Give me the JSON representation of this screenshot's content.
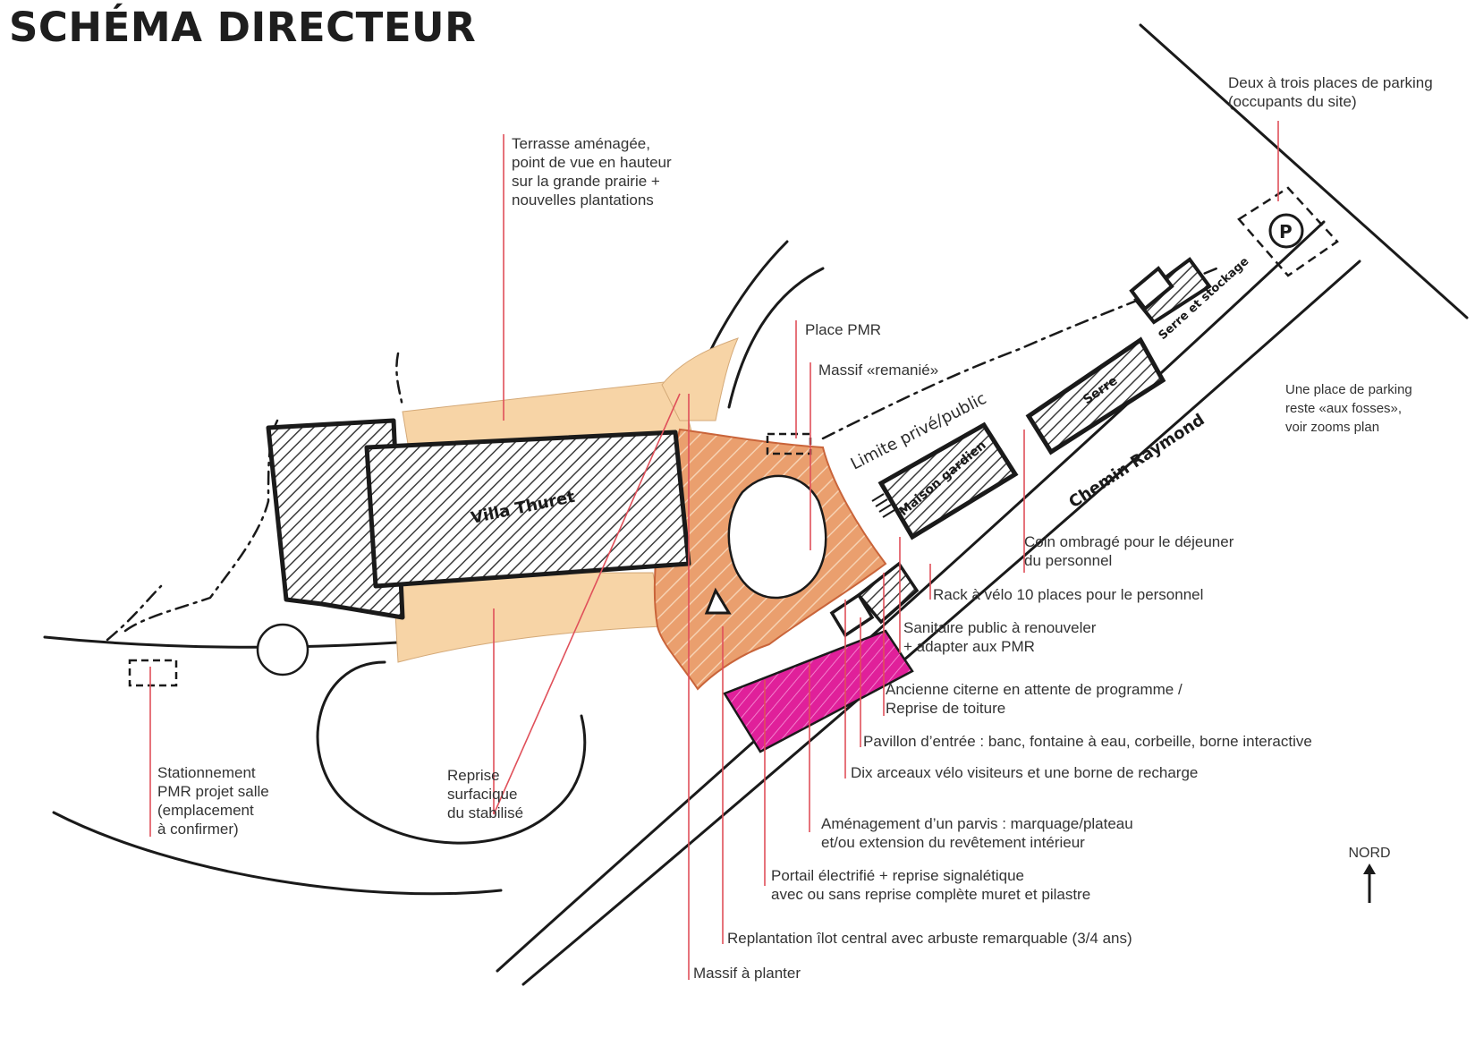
{
  "title": "SCHÉMA DIRECTEUR",
  "plan_labels": {
    "villa": "Villa Thuret",
    "maison": "Maison gardien",
    "serre": "Serre",
    "serre_stockage": "Serre et stockage",
    "chemin": "Chemin Raymond",
    "limite": "Limite privé/public",
    "parking_symbol": "P"
  },
  "annotations": {
    "parking_occupants": [
      "Deux à trois places de parking",
      "(occupants du site)"
    ],
    "terrasse": [
      "Terrasse aménagée,",
      "point de vue en hauteur",
      "sur la grande prairie +",
      "nouvelles plantations"
    ],
    "place_pmr": "Place PMR",
    "massif_remanie": "Massif «remanié»",
    "parking_fosses": [
      "Une place de parking",
      "reste «aux fosses»,",
      "voir zooms plan"
    ],
    "coin_ombrage": [
      "Coin ombragé pour le déjeuner",
      "du personnel"
    ],
    "rack_velo": "Rack à vélo 10 places pour le personnel",
    "sanitaire": [
      "Sanitaire public à renouveler",
      "+ adapter aux PMR"
    ],
    "citerne": [
      "Ancienne citerne en attente de programme /",
      "Reprise de toiture"
    ],
    "pavillon": "Pavillon d’entrée : banc, fontaine à eau, corbeille, borne interactive",
    "arceaux": "Dix arceaux vélo visiteurs et une borne de recharge",
    "parvis": [
      "Aménagement d’un parvis : marquage/plateau",
      "et/ou extension du revêtement intérieur"
    ],
    "portail": [
      "Portail électrifié + reprise signalétique",
      "avec ou sans reprise complète muret et pilastre"
    ],
    "replantation": "Replantation îlot central avec arbuste remarquable (3/4 ans)",
    "massif_planter": "Massif à planter",
    "stationnement": [
      "Stationnement",
      "PMR projet salle",
      "(emplacement",
      "à confirmer)"
    ],
    "reprise": [
      "Reprise",
      "surfacique",
      "du stabilisé"
    ]
  },
  "north_label": "NORD",
  "colors": {
    "ink": "#1a1a1a",
    "leader": "#e0505a",
    "light_orange": "#f7d4a6",
    "orange": "#ea9f6e",
    "magenta": "#e0209a",
    "hatch_grey": "#4a4a4a"
  }
}
